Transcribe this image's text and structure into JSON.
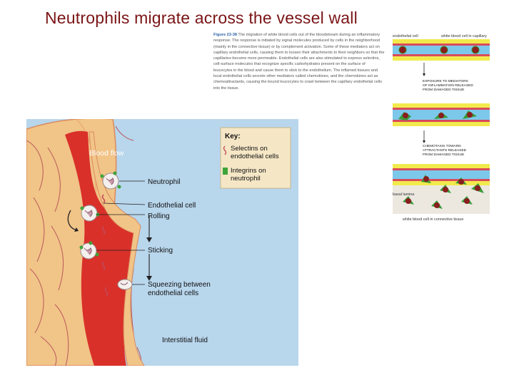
{
  "slide": {
    "title": "Neutrophils migrate across the vessel wall"
  },
  "caption": {
    "figure_label": "Figure 23-38",
    "text": "The migration of white blood cells out of the bloodstream during an inflammatory response. The response is initiated by signal molecules produced by cells in the neighborhood (mainly in the connective tissue) or by complement activation. Some of these mediators act on capillary endothelial cells, causing them to loosen their attachments to their neighbors so that the capillaries become more permeable. Endothelial cells are also stimulated to express selectins, cell-surface molecules that recognize specific carbohydrates present on the surface of leucocytes in the blood and cause them to stick to the endothelium. The inflamed tissues and local endothelial cells secrete other mediators called chemokines, and the chemokines act as chemoattractants, causing the bound leucocytes to crawl between the capillary endothelial cells into the tissue."
  },
  "main_figure": {
    "blood_flow": "Blood flow",
    "neutrophil": "Neutrophil",
    "endothelial_cell": "Endothelial cell",
    "rolling": "Rolling",
    "sticking": "Sticking",
    "squeezing_1": "Squeezing between",
    "squeezing_2": "endothelial cells",
    "interstitial_fluid": "Interstitial fluid",
    "key": {
      "title": "Key:",
      "selectins_1": "Selectins on",
      "selectins_2": "endothelial cells",
      "integrins_1": "Integrins on",
      "integrins_2": "neutrophil"
    },
    "colors": {
      "tissue_background": "#b8d6ec",
      "vessel_wall": "#f1c488",
      "blood": "#d9302a",
      "key_box": "#f5e7c6",
      "integrin": "#3ea33a",
      "selectin": "#c24a5a"
    }
  },
  "side_figure": {
    "endothelial_cell": "endothelial cell",
    "white_blood_cell_capillary": "white blood cell in capillary",
    "step1_1": "EXPOSURE TO MEDIATORS",
    "step1_2": "OF INFLAMMATION RELEASED",
    "step1_3": "FROM DAMAGED TISSUE",
    "step2_1": "CHEMOTAXIS TOWARD",
    "step2_2": "ATTRACTANTS RELEASED",
    "step2_3": "FROM DAMAGED TISSUE",
    "basal_lamina": "basal lamina",
    "wbc_connective": "white blood cell in connective tissue"
  }
}
